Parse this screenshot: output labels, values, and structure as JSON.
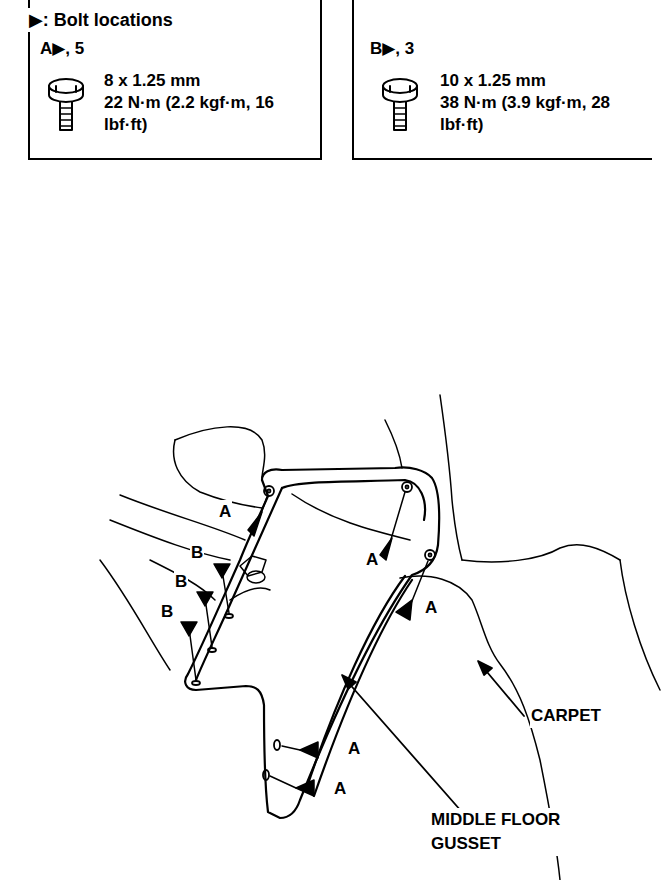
{
  "diagram": {
    "nodes": [
      {
        "text": [
          "A▶, 5",
          "8 x 1.25 mm",
          "22 N·m (2.2 kgf·m, 16 lbf·ft)"
        ]
      },
      {
        "text": [
          "B▶, 3",
          "10 x 1.25 mm",
          "38 N·m (3.9 kgf·m, 28 lbf·ft)"
        ]
      }
    ],
    "labels": [
      "▶: Bolt locations",
      "A",
      "A",
      "A",
      "A",
      "A",
      "B",
      "B",
      "B",
      "CARPET",
      "MIDDLE FLOOR GUSSET"
    ]
  }
}
